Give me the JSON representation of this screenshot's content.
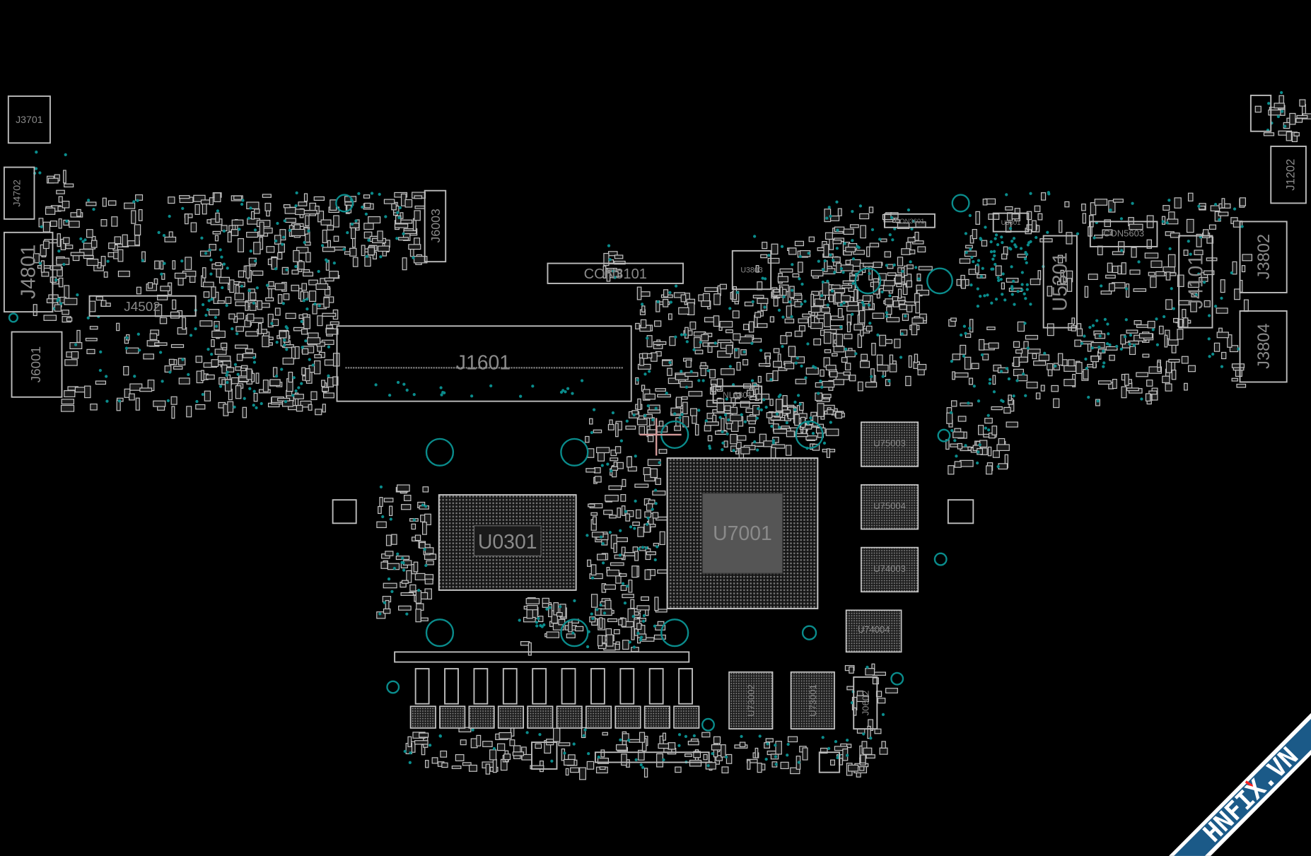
{
  "app": {
    "view": "boardview",
    "background": "#000000",
    "outline_color": "#bdbdbd",
    "via_color": "#0a8c8c"
  },
  "components": {
    "J3701": "J3701",
    "J4702": "J4702",
    "J4801": "J4801",
    "J4502": "J4502",
    "J6001": "J6001",
    "J6003": "J6003",
    "J1601": "J1601",
    "CON3101": "CON3101",
    "U3803": "U3803",
    "CON3601": "CON3601",
    "U3801": "U3801",
    "CON5603": "CON5603",
    "U5301": "U5301",
    "J4101": "J4101",
    "J3802": "J3802",
    "J3804": "J3804",
    "J1202": "J1202",
    "U0301": "U0301",
    "U7001": "U7001",
    "U75003": "U75003",
    "U75004": "U75004",
    "U74003": "U74003",
    "U74004": "U74004",
    "U73002": "U73002",
    "U73001": "U73001",
    "J0602": "J0602",
    "NL3801": "NL3801"
  },
  "watermark": {
    "text": "HNFIX.VN",
    "band_color": "#1b5a88",
    "accent_color": "#ff2020"
  }
}
